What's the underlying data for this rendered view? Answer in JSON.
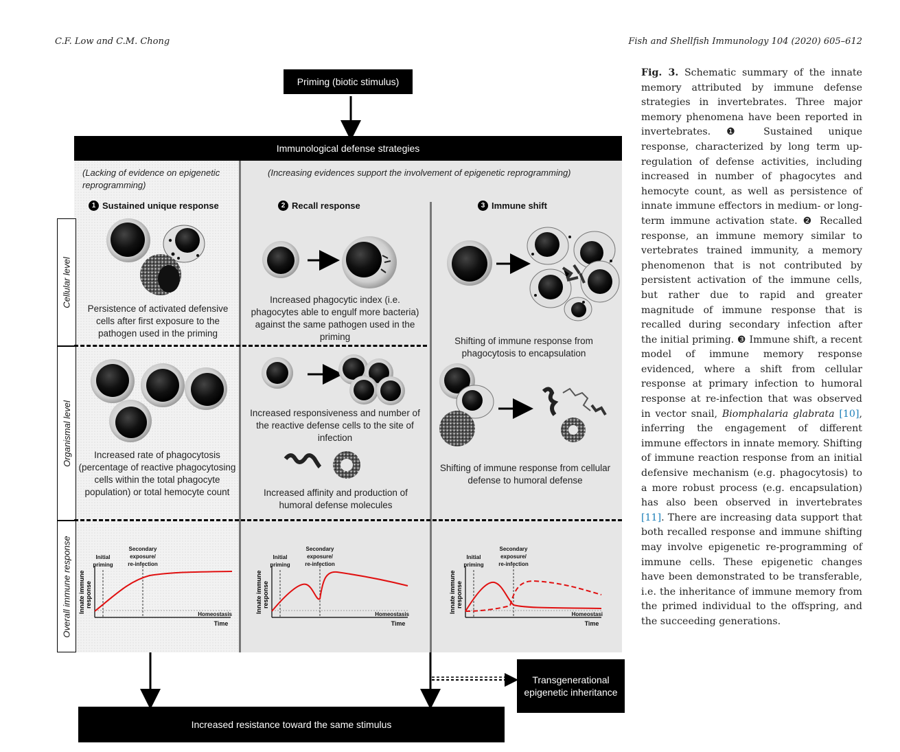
{
  "header": {
    "authors": "C.F. Low and C.M. Chong",
    "journal": "Fish and Shellfish Immunology 104 (2020) 605–612"
  },
  "figure": {
    "priming_box": "Priming (biotic stimulus)",
    "main_header": "Immunological defense strategies",
    "note_left": "(Lacking of evidence on epigenetic reprogramming)",
    "note_right": "(Increasing evidences support the involvement of epigenetic reprogramming)",
    "columns": [
      {
        "num": "1",
        "title": "Sustained unique response"
      },
      {
        "num": "2",
        "title": "Recall response"
      },
      {
        "num": "3",
        "title": "Immune shift"
      }
    ],
    "row_labels": [
      "Cellular level",
      "Organismal level",
      "Overall immune response"
    ],
    "captions": {
      "c1_cell": "Persistence of activated defensive cells after first exposure to the pathogen used in the priming",
      "c2_cell": "Increased phagocytic index (i.e. phagocytes able to engulf more bacteria) against the same pathogen used in the priming",
      "c3_cell": "Shifting of immune response from phagocytosis to encapsulation",
      "c1_org": "Increased rate of phagocytosis (percentage of reactive phagocytosing cells within the total phagocyte population) or total hemocyte count",
      "c2_org_a": "Increased responsiveness and number of the reactive defense cells to the site of infection",
      "c2_org_b": "Increased affinity and production of humoral defense molecules",
      "c3_org": "Shifting of immune response from cellular defense to humoral defense"
    },
    "graph_labels": {
      "y": "Innate immune response",
      "x": "Time",
      "initial": "Initial priming",
      "secondary": "Secondary exposure/ re-infection",
      "homeostasis": "Homeostasis",
      "homeostasis_3": "Homeostasi"
    },
    "bottom_box": "Increased resistance toward the same stimulus",
    "transgen_box": "Transgenerational epigenetic inheritance",
    "colors": {
      "curve": "#e01010",
      "box": "#000000",
      "panel": "#e6e6e6"
    }
  },
  "caption": {
    "label": "Fig. 3.",
    "text_1": " Schematic summary of the innate memory attributed by immune defense strategies in invertebrates. Three major memory phenomena have been reported in invertebrates. ❶ Sustained unique response, characterized by long term up-regulation of defense activities, including increased in number of phagocytes and hemocyte count, as well as persistence of innate immune effectors in medium- or long-term immune activation state. ❷ Recalled response, an immune memory similar to vertebrates trained immunity, a memory phenomenon that is not contributed by persistent activation of the immune cells, but rather due to rapid and greater magnitude of immune response that is recalled during secondary infection after the initial priming. ❸ Immune shift, a recent model of immune memory response evidenced, where a shift from cellular response at primary infection to humoral response at re-infection that was observed in vector snail, ",
    "species": "Biomphalaria glabrata",
    "ref_1": "[10]",
    "text_2": ", inferring the engagement of different immune effectors in innate memory. Shifting of immune reaction response from an initial defensive mechanism (e.g. phagocytosis) to a more robust process (e.g. encapsulation) has also been observed in invertebrates ",
    "ref_2": "[11]",
    "text_3": ". There are increasing data support that both recalled response and immune shifting may involve epigenetic re-programming of immune cells. These epigenetic changes have been demonstrated to be transferable, i.e. the inheritance of immune memory from the primed individual to the offspring, and the succeeding generations."
  }
}
